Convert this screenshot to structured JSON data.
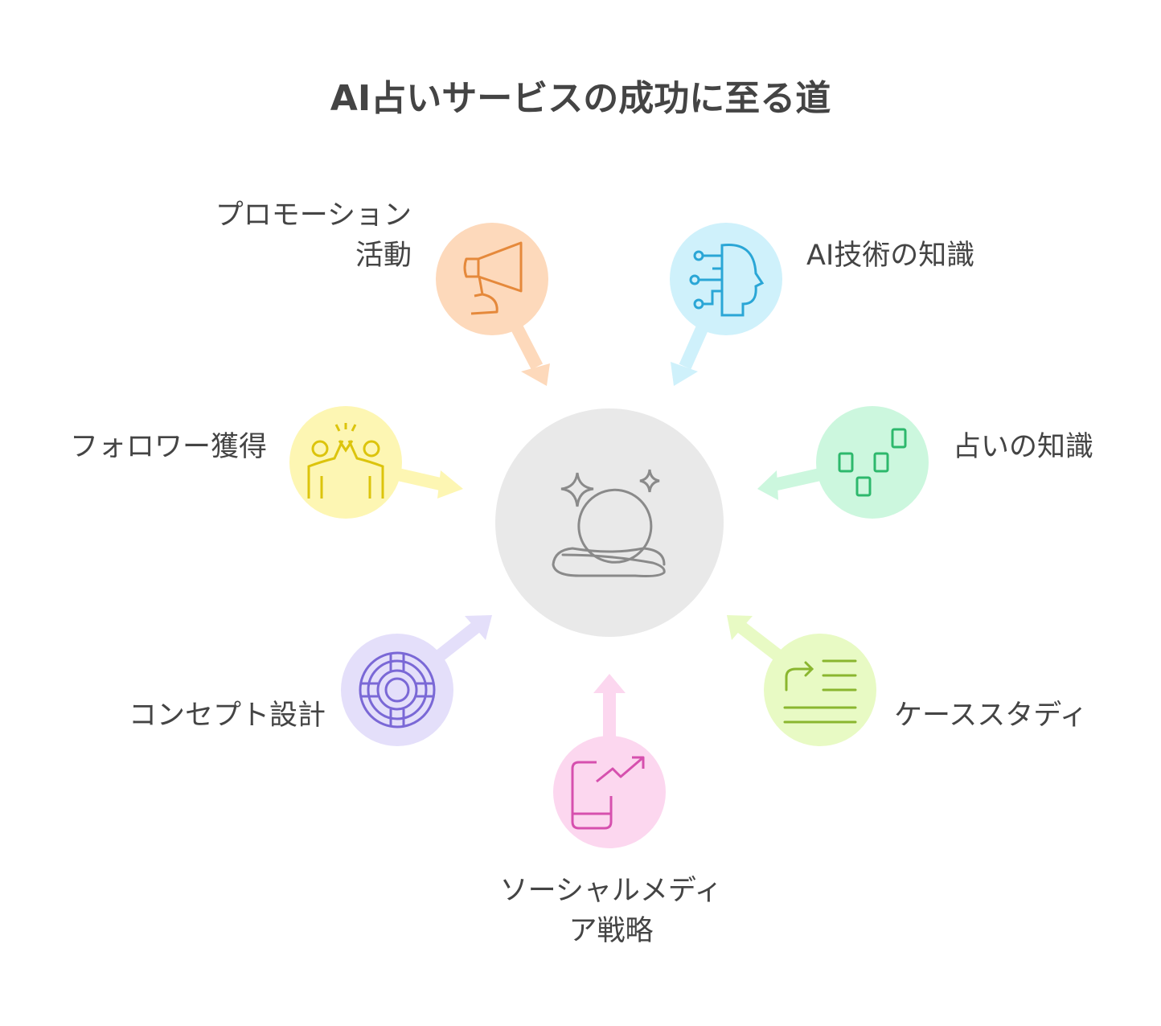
{
  "title": "AI占いサービスの成功に至る道",
  "center": {
    "icon": "meditation-crystal-ball-icon",
    "color": "#e9e9e9"
  },
  "nodes": [
    {
      "id": "promotion",
      "label_lines": [
        "プロモーション",
        "活動"
      ],
      "icon": "megaphone-icon",
      "fill": "#fdd9bb",
      "stroke": "#e5893b"
    },
    {
      "id": "ai-tech",
      "label_lines": [
        "AI技術の知識"
      ],
      "icon": "ai-head-icon",
      "fill": "#cff1fb",
      "stroke": "#2aa6d6"
    },
    {
      "id": "followers",
      "label_lines": [
        "フォロワー獲得"
      ],
      "icon": "high-five-icon",
      "fill": "#fdf6b3",
      "stroke": "#dcc40c"
    },
    {
      "id": "fortune",
      "label_lines": [
        "占いの知識"
      ],
      "icon": "blocks-icon",
      "fill": "#ccf7de",
      "stroke": "#2db86c"
    },
    {
      "id": "concept",
      "label_lines": [
        "コンセプト設計"
      ],
      "icon": "target-icon",
      "fill": "#e4dffa",
      "stroke": "#7a68d6"
    },
    {
      "id": "case-study",
      "label_lines": [
        "ケーススタディ"
      ],
      "icon": "list-redirect-icon",
      "fill": "#e8fac4",
      "stroke": "#8ab62f"
    },
    {
      "id": "social",
      "label_lines": [
        "ソーシャルメディ",
        "ア戦略"
      ],
      "icon": "phone-growth-icon",
      "fill": "#fcd7ef",
      "stroke": "#d650ae"
    }
  ]
}
